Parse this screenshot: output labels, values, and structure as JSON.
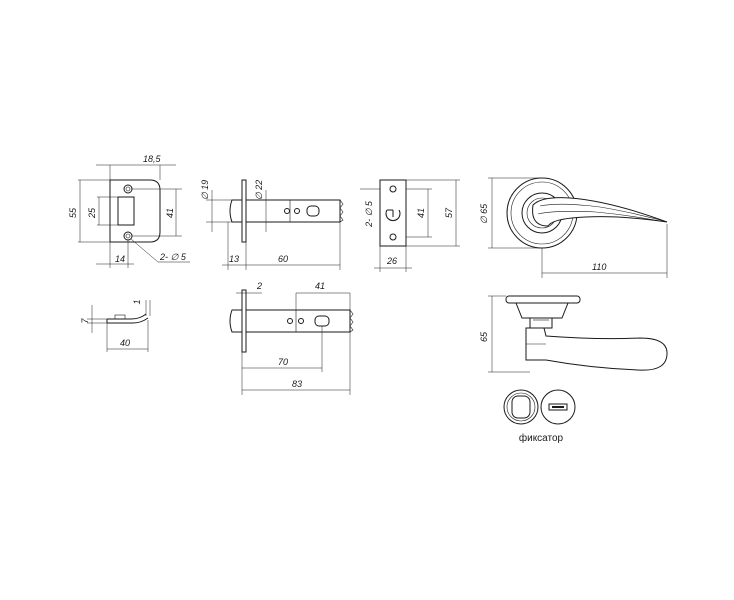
{
  "dimensions": {
    "strike_width": "18,5",
    "strike_height": "55",
    "strike_inner_height": "25",
    "strike_hole_spacing": "41",
    "strike_offset": "14",
    "strike_holes": "2- ∅ 5",
    "plate_thickness": "7",
    "plate_lip": "1",
    "plate_length": "40",
    "latch_bolt_dia": "∅ 19",
    "latch_body_dia": "∅ 22",
    "latch_front_depth": "13",
    "latch_backset": "60",
    "faceplate_holes": "2- ∅ 5",
    "faceplate_hole_spacing": "41",
    "faceplate_height": "57",
    "faceplate_width": "26",
    "rosette_dia": "∅ 65",
    "lever_length": "110",
    "latch2_face": "2",
    "latch2_tail": "41",
    "latch2_backset": "70",
    "latch2_total": "83",
    "handle_height": "65"
  },
  "caption": "фиксатор"
}
